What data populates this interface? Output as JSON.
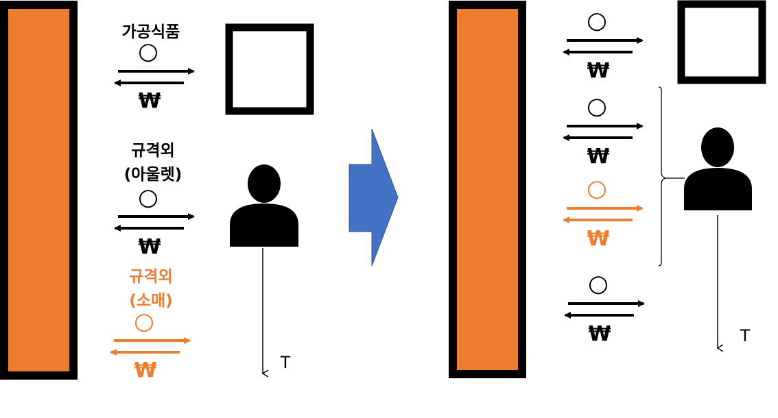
{
  "left": {
    "processed_food_label": "가공식품",
    "outlet_label_line1": "규격외",
    "outlet_label_line2": "(아울렛)",
    "retail_label_line1": "규격외",
    "retail_label_line2": "(소매)",
    "goods_symbol": "○",
    "money_symbol": "₩",
    "time_label": "T"
  },
  "right": {
    "goods_symbol": "○",
    "money_symbol": "₩",
    "time_label": "T"
  },
  "colors": {
    "bar_fill": "#ed7d31",
    "bar_border": "#000000",
    "arrow_blue": "#4472c4",
    "accent_orange": "#ed7d31",
    "ink": "#000000"
  },
  "icons": [
    "square-outline-icon",
    "person-icon",
    "right-arrow-icon",
    "brace-icon"
  ]
}
